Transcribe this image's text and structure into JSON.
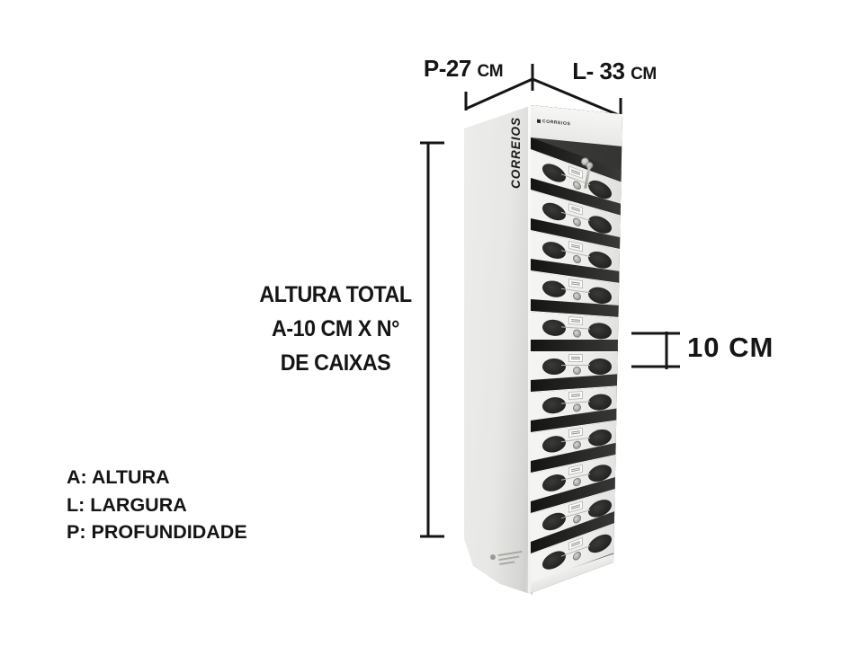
{
  "dimensions": {
    "depth": {
      "label": "P-27",
      "unit": "CM"
    },
    "width": {
      "label": "L- 33",
      "unit": "CM"
    },
    "unit_height": "10 CM",
    "total_height_note": [
      "ALTURA TOTAL",
      "A-10 CM X N°",
      "DE CAIXAS"
    ]
  },
  "legend": {
    "items": [
      "A: ALTURA",
      "L: LARGURA",
      "P: PROFUNDIDADE"
    ]
  },
  "cabinet": {
    "side_brand": "CORREIOS",
    "top_brand": "CORREIOS",
    "door_count": 11,
    "doors": [
      1,
      2,
      3,
      4,
      5,
      6,
      7,
      8,
      9,
      10,
      11
    ]
  },
  "colors": {
    "panel": "#ececea",
    "door_face": "#f2f2f0",
    "gap_shadow": "#1e1e1c",
    "annotation": "#151515"
  }
}
